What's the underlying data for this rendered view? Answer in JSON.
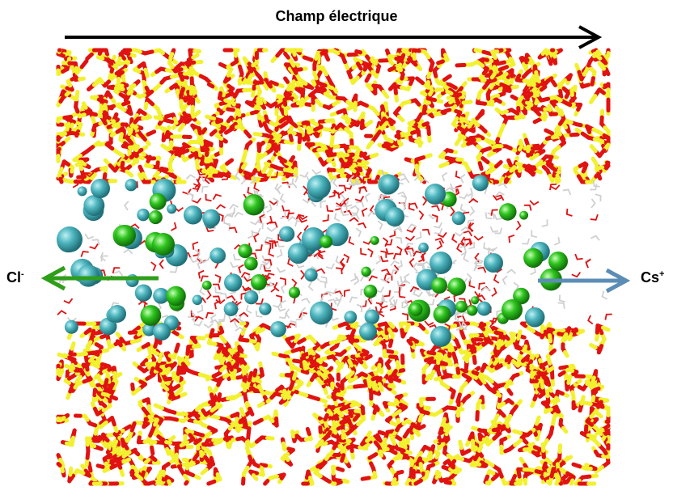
{
  "diagram": {
    "title": "Champ électrique",
    "anion": {
      "base": "Cl",
      "charge": "-"
    },
    "cation": {
      "base": "Cs",
      "charge": "+"
    }
  },
  "colors": {
    "field_arrow": "#000000",
    "anion_arrow": "#2f9e1a",
    "cation_arrow": "#5b8db5",
    "oxygen": "#e01212",
    "silicon": "#f1f130",
    "hydrogen": "#e8e8e8",
    "cs_ion": "#4fb6bf",
    "cl_ion": "#2fc51f"
  },
  "legend_glyphs": [
    "field-arrow",
    "anion-arrow",
    "cation-arrow"
  ]
}
